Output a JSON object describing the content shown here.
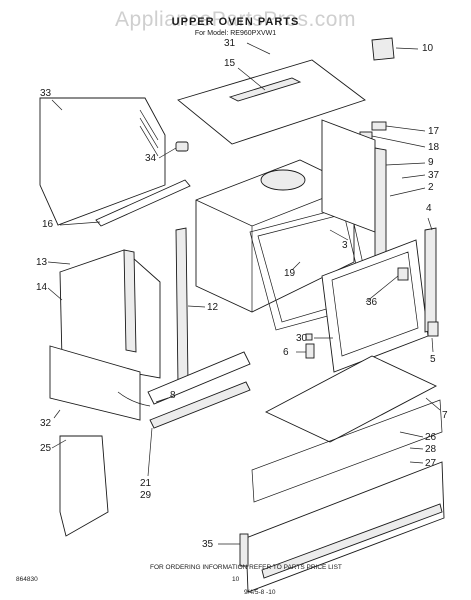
{
  "watermark": "AppliancePartsPros.com",
  "title": "UPPER OVEN PARTS",
  "model_line": "For Model: RE960PXVW1",
  "callouts": [
    {
      "id": "n31",
      "label": "31"
    },
    {
      "id": "n10",
      "label": "10"
    },
    {
      "id": "n15",
      "label": "15"
    },
    {
      "id": "n33",
      "label": "33"
    },
    {
      "id": "n17",
      "label": "17"
    },
    {
      "id": "n18",
      "label": "18"
    },
    {
      "id": "n34",
      "label": "34"
    },
    {
      "id": "n9",
      "label": "9"
    },
    {
      "id": "n37",
      "label": "37"
    },
    {
      "id": "n2",
      "label": "2"
    },
    {
      "id": "n4",
      "label": "4"
    },
    {
      "id": "n16",
      "label": "16"
    },
    {
      "id": "n3",
      "label": "3"
    },
    {
      "id": "n13",
      "label": "13"
    },
    {
      "id": "n19",
      "label": "19"
    },
    {
      "id": "n14",
      "label": "14"
    },
    {
      "id": "n12",
      "label": "12"
    },
    {
      "id": "n36",
      "label": "36"
    },
    {
      "id": "n30",
      "label": "30"
    },
    {
      "id": "n6",
      "label": "6"
    },
    {
      "id": "n5",
      "label": "5"
    },
    {
      "id": "n8",
      "label": "8"
    },
    {
      "id": "n7",
      "label": "7"
    },
    {
      "id": "n32",
      "label": "32"
    },
    {
      "id": "n26",
      "label": "26"
    },
    {
      "id": "n28",
      "label": "28"
    },
    {
      "id": "n25",
      "label": "25"
    },
    {
      "id": "n21",
      "label": "21"
    },
    {
      "id": "n27",
      "label": "27"
    },
    {
      "id": "n29",
      "label": "29"
    },
    {
      "id": "n35",
      "label": "35"
    }
  ],
  "footer": {
    "code": "864830",
    "note": "FOR ORDERING INFORMATION REFER TO PARTS PRICE LIST",
    "page": "10",
    "date": "9/4/5-8 -10"
  }
}
